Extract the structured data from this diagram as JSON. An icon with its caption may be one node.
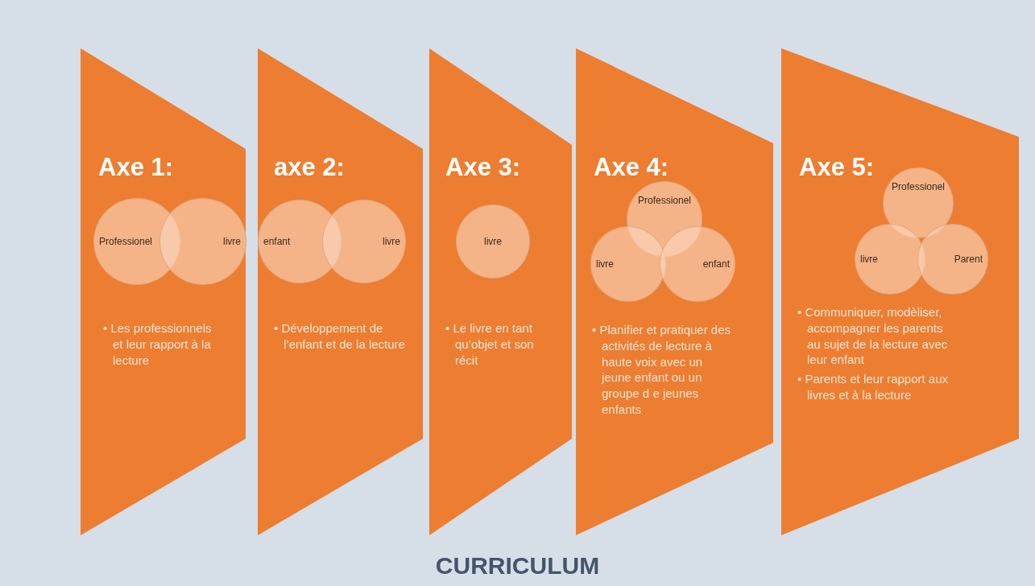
{
  "diagram": {
    "caption": "CURRICULUM",
    "nodes": [
      {
        "text": [
          "Axe 1:",
          "• Les professionnels et leur rapport à la lecture"
        ]
      },
      {
        "text": [
          "Professionel"
        ],
        "in": 0
      },
      {
        "text": [
          "livre"
        ],
        "in": 0
      },
      {
        "text": [
          "axe 2:",
          "• Développement de l’enfant et de la lecture"
        ]
      },
      {
        "text": [
          "enfant"
        ],
        "in": 3
      },
      {
        "text": [
          "livre"
        ],
        "in": 3
      },
      {
        "text": [
          "Axe 3:",
          "• Le livre en tant qu’objet et son récit"
        ]
      },
      {
        "text": [
          "livre"
        ],
        "in": 6
      },
      {
        "text": [
          "Axe 4:",
          "• Planifier et pratiquer des activités de lecture à haute voix avec un jeune enfant ou un groupe d e jeunes enfants"
        ]
      },
      {
        "text": [
          "Professionel"
        ],
        "in": 8
      },
      {
        "text": [
          "livre"
        ],
        "in": 8
      },
      {
        "text": [
          "enfant"
        ],
        "in": 8
      },
      {
        "text": [
          "Axe 5:",
          "• Communiquer, modèliser, accompagner les parents au sujet de la lecture avec leur enfant",
          "• Parents et leur rapport aux livres et à la lecture"
        ]
      },
      {
        "text": [
          "Professionel"
        ],
        "in": 12
      },
      {
        "text": [
          "livre"
        ],
        "in": 12
      },
      {
        "text": [
          "Parent"
        ],
        "in": 12
      }
    ],
    "edges": []
  }
}
